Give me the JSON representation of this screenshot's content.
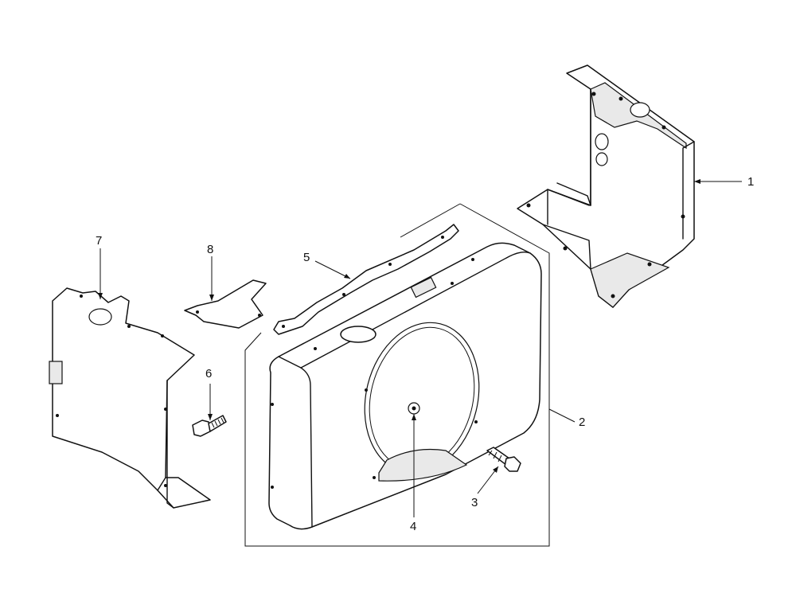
{
  "callouts": {
    "c1": "1",
    "c2": "2",
    "c3": "3",
    "c4": "4",
    "c5": "5",
    "c6": "6",
    "c7": "7",
    "c8": "8"
  },
  "colors": {
    "ink": "#111111",
    "background": "#ffffff",
    "shading": "#e9e9e9"
  }
}
